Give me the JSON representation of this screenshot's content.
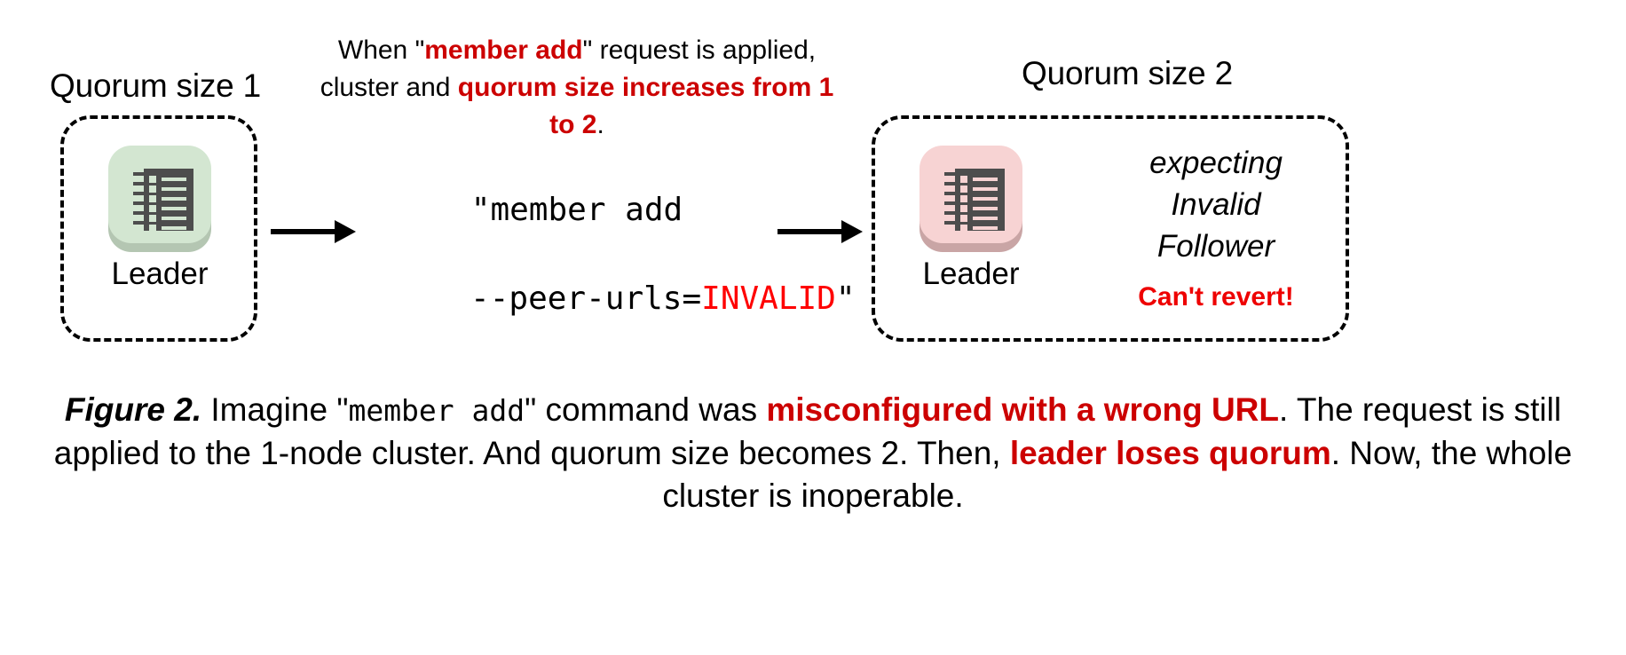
{
  "figure": {
    "left_panel": {
      "quorum_label": "Quorum size 1",
      "node_caption": "Leader",
      "icon_name": "server-rack-icon",
      "icon_color": "#d3e6d1"
    },
    "right_panel": {
      "quorum_label": "Quorum size 2",
      "node_caption": "Leader",
      "icon_name": "server-rack-icon",
      "icon_color": "#f7d3d3",
      "status_lines": [
        "expecting",
        "Invalid",
        "Follower"
      ],
      "warning": "Can't revert!"
    },
    "top_annotation": {
      "seg1": "When \"",
      "seg2_emphasis": "member add",
      "seg3": "\" request is applied, cluster and ",
      "seg4_emphasis": "quorum size increases from 1 to 2",
      "seg5": "."
    },
    "command": {
      "line1": "\"member add",
      "line2_prefix": "--peer-urls=",
      "line2_value": "INVALID",
      "line2_suffix": "\""
    },
    "arrows": {
      "left_label": "apply-request-arrow",
      "right_label": "result-arrow"
    },
    "caption": {
      "label": "Figure 2.",
      "seg1": " Imagine \"",
      "seg_mono": "member add",
      "seg2": "\" command was ",
      "seg3_emphasis": "misconfigured with a wrong URL",
      "seg4": ". The request is still applied to the 1-node cluster. And quorum size becomes 2. Then, ",
      "seg5_emphasis": "leader loses quorum",
      "seg6": ". Now, the whole cluster is inoperable."
    },
    "colors": {
      "emphasis_red": "#cc0000",
      "strong_red": "#ee0000",
      "invalid_red": "#ff0000",
      "icon_gray": "#4d4d4d",
      "green_plate": "#d3e6d1",
      "pink_plate": "#f7d3d3"
    }
  }
}
